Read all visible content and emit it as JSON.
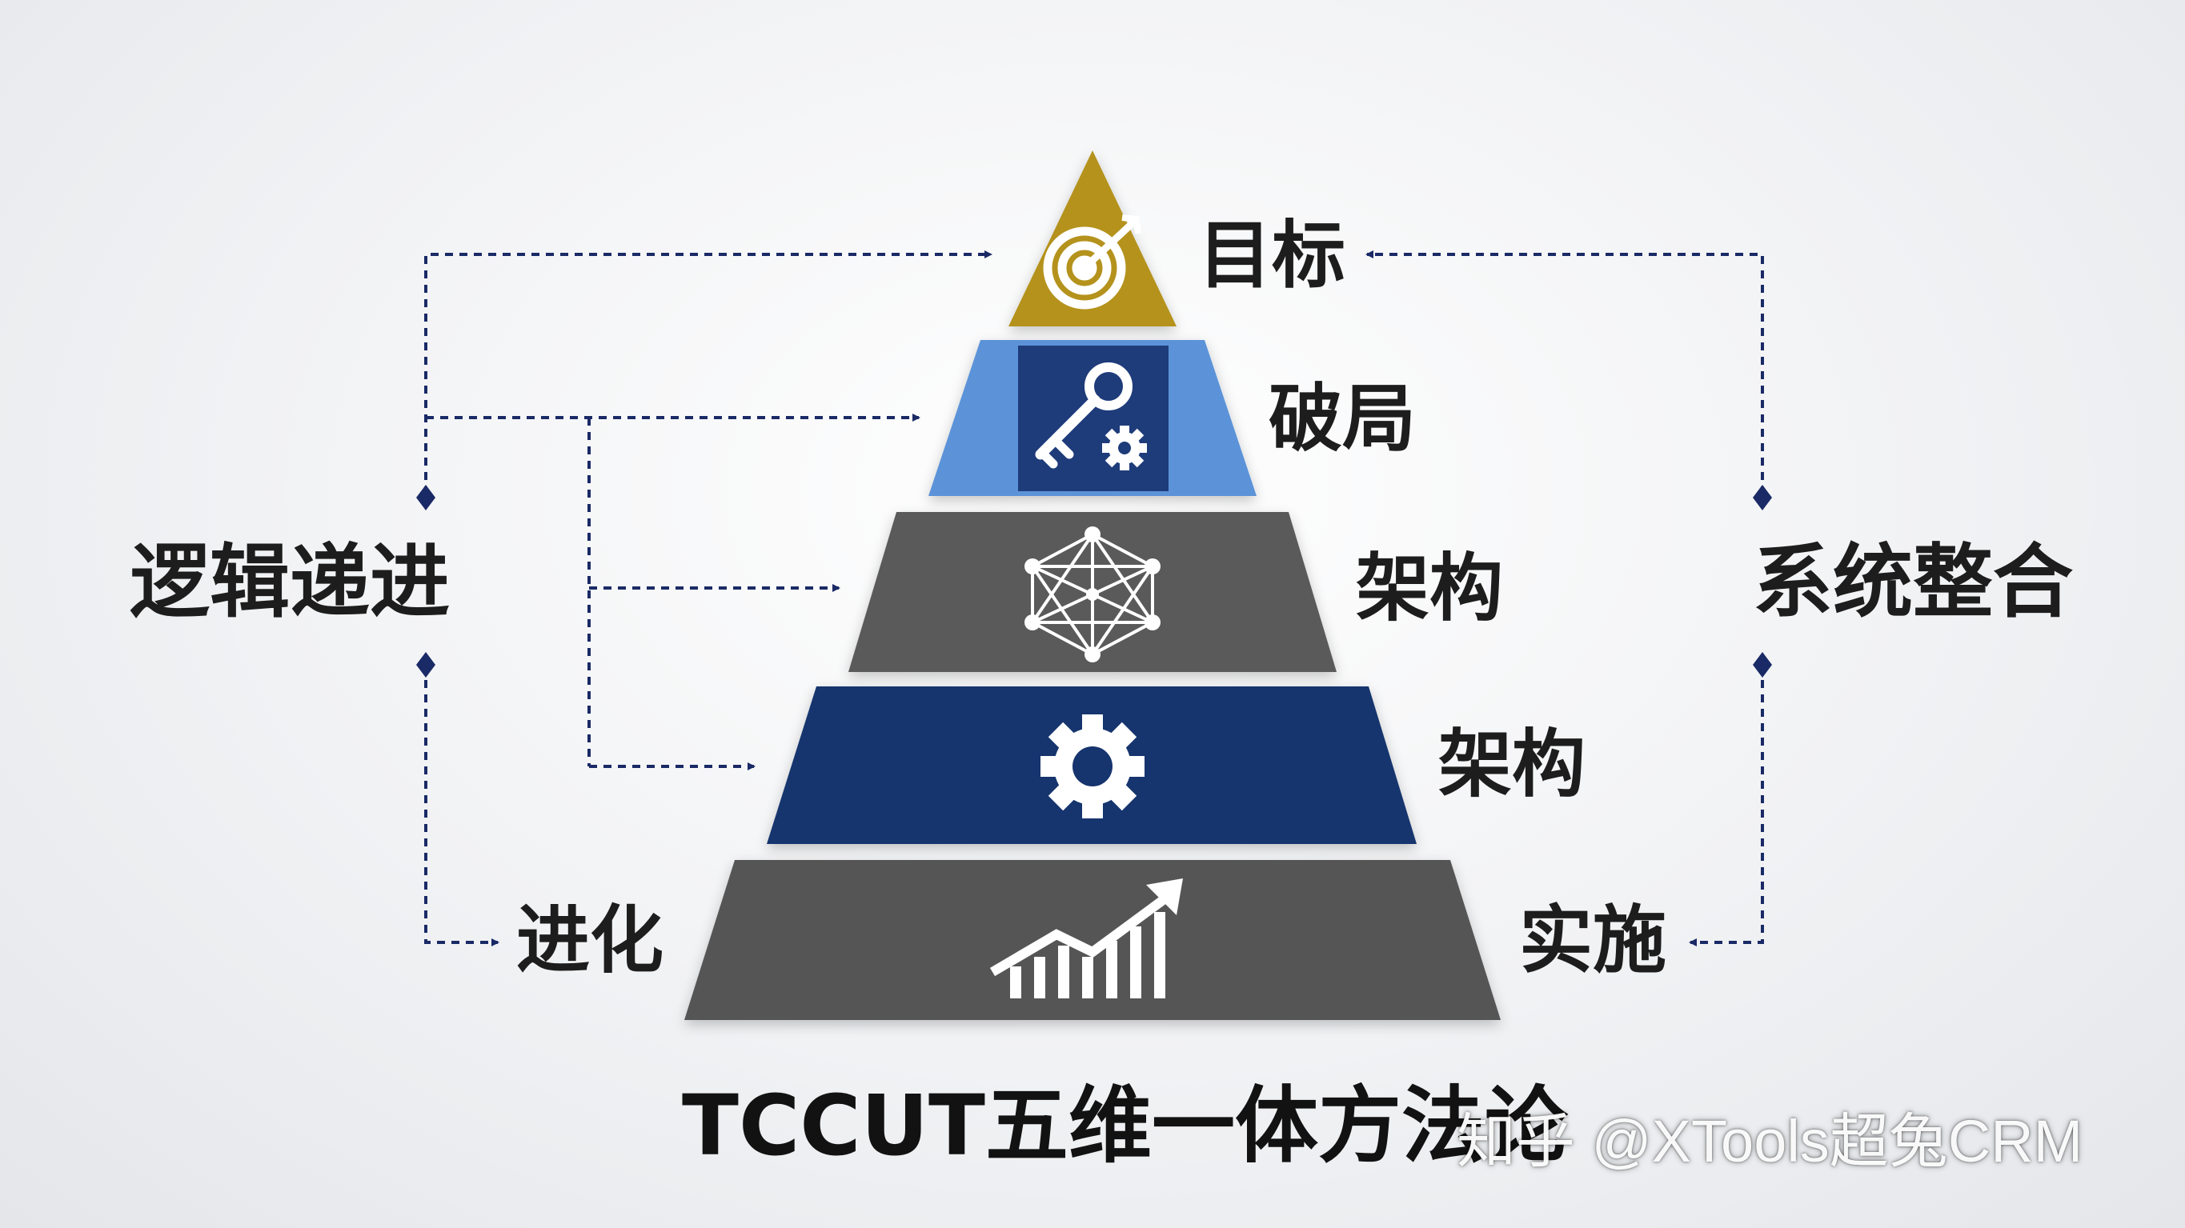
{
  "title": "TCCUT五维一体方法论",
  "watermark": "知乎 @XTools超兔CRM",
  "tiers": [
    {
      "label": "目标",
      "icon": "target-icon",
      "color": "#b4921a"
    },
    {
      "label": "破局",
      "icon": "key-gear-icon",
      "color": "#5b93d8",
      "box_color": "#1e3b7a"
    },
    {
      "label": "架构",
      "icon": "network-icon",
      "color": "#5a5a5a"
    },
    {
      "label": "架构",
      "icon": "gear-icon",
      "color": "#16346e"
    },
    {
      "label": "实施",
      "icon": "growth-chart-icon",
      "color": "#555555"
    }
  ],
  "left_side": {
    "label": "逻辑递进",
    "bottom_label": "进化"
  },
  "right_side": {
    "label": "系统整合"
  },
  "arrow_color": "#1a2a66"
}
